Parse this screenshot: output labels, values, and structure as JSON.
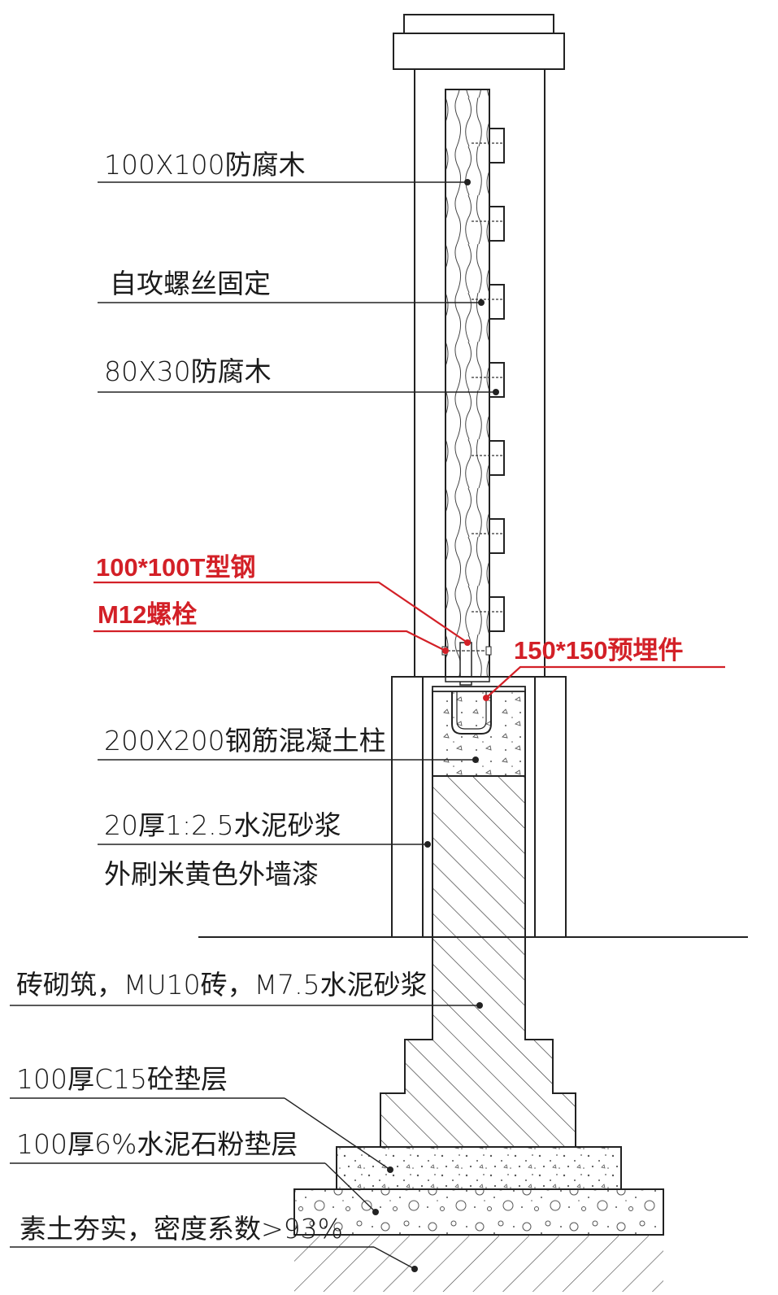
{
  "colors": {
    "line": "#222222",
    "annotation_red": "#d32027",
    "background": "#ffffff"
  },
  "labels": {
    "wood_post": "100X100防腐木",
    "screw_fix": "自攻螺丝固定",
    "wood_slat": "80X30防腐木",
    "concrete_column": "200X200钢筋混凝土柱",
    "mortar_layer": "20厚1:2.5水泥砂浆",
    "paint": "外刷米黄色外墙漆",
    "brick_masonry": "砖砌筑，MU10砖，M7.5水泥砂浆",
    "c15_cushion": "100厚C15砼垫层",
    "lime_cushion": "100厚6%水泥石粉垫层",
    "compacted_soil": "素土夯实，密度系数>93%"
  },
  "red_labels": {
    "t_steel": "100*100T型钢",
    "bolt": "M12螺栓",
    "embedded_plate": "150*150预埋件"
  }
}
